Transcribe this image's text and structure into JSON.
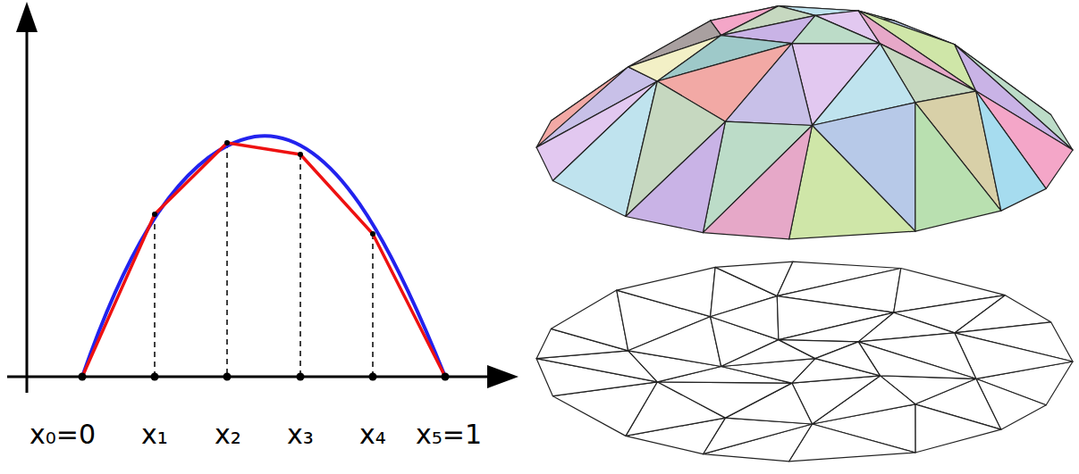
{
  "diagram": {
    "labels": [
      "x₀=0",
      "x₁",
      "x₂",
      "x₃",
      "x₄",
      "x₅=1"
    ]
  }
}
